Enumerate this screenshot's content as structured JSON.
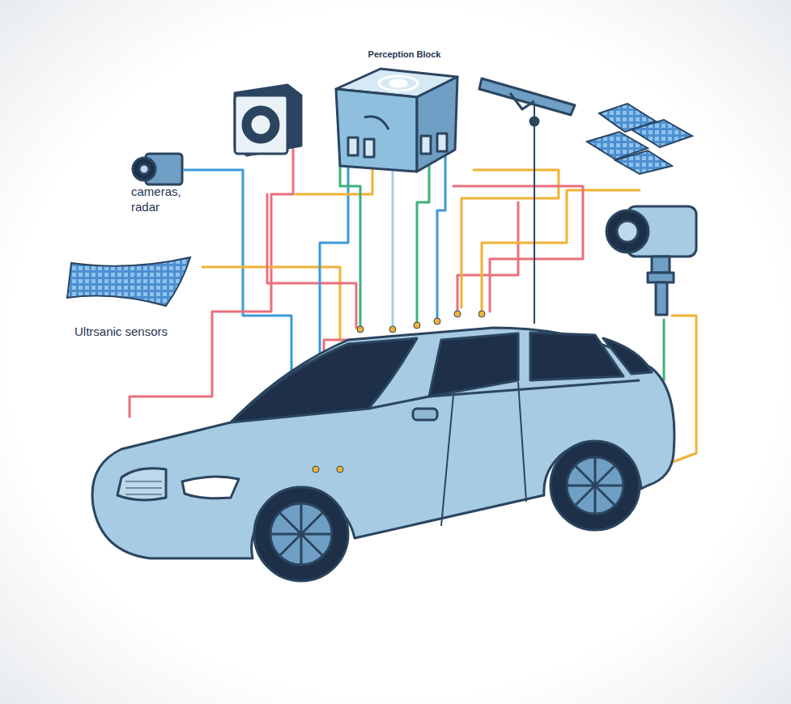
{
  "diagram": {
    "labels": [
      "Perception Block",
      "cameras, radar",
      "Ultrsanic sensors"
    ]
  }
}
